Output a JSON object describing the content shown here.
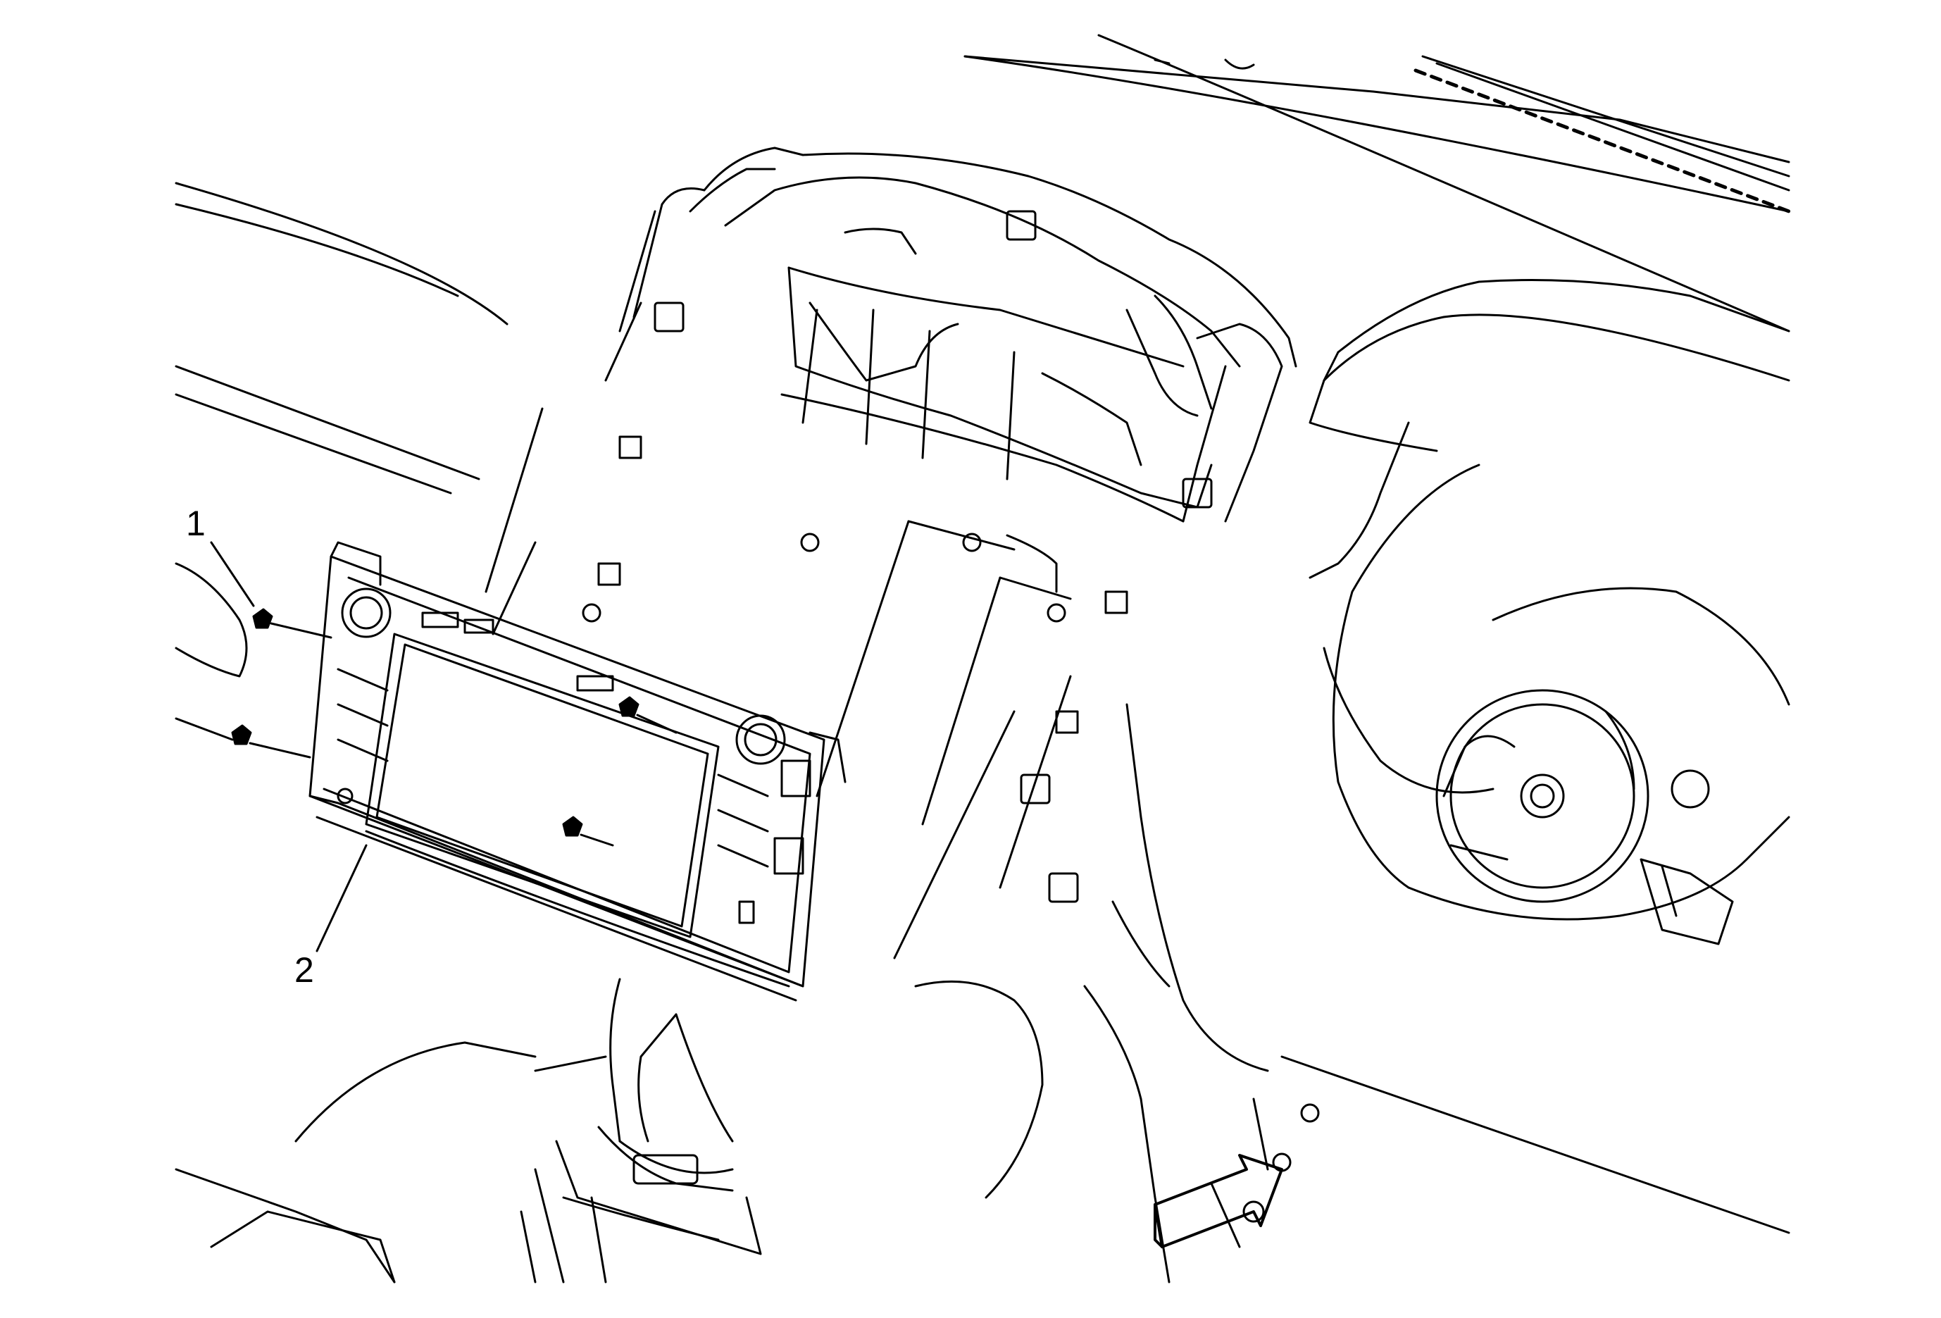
{
  "callouts": [
    {
      "id": "1",
      "label": "1"
    },
    {
      "id": "2",
      "label": "2"
    }
  ],
  "colors": {
    "line": "#000000",
    "background": "#ffffff"
  },
  "icons": {
    "direction_arrow": "forward-arrow-icon"
  }
}
